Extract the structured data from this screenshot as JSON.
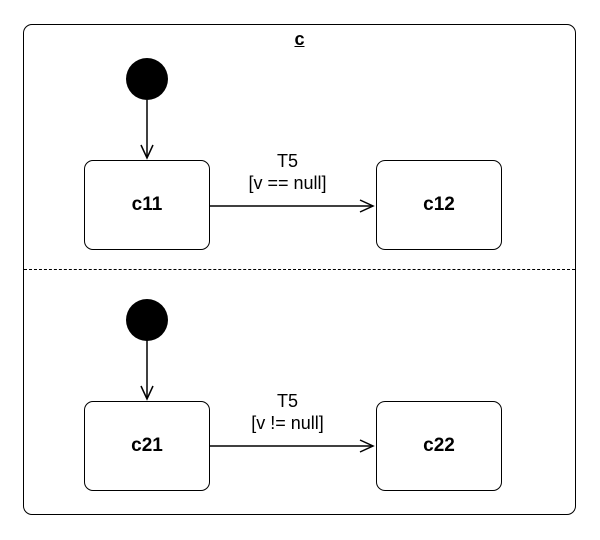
{
  "composite": {
    "title": "c"
  },
  "regions": [
    {
      "states": [
        {
          "id": "c11",
          "label": "c11"
        },
        {
          "id": "c12",
          "label": "c12"
        }
      ],
      "transition": {
        "name": "T5",
        "guard": "[v == null]"
      }
    },
    {
      "states": [
        {
          "id": "c21",
          "label": "c21"
        },
        {
          "id": "c22",
          "label": "c22"
        }
      ],
      "transition": {
        "name": "T5",
        "guard": "[v != null]"
      }
    }
  ],
  "colors": {
    "line": "#000000",
    "fill": "#ffffff"
  }
}
